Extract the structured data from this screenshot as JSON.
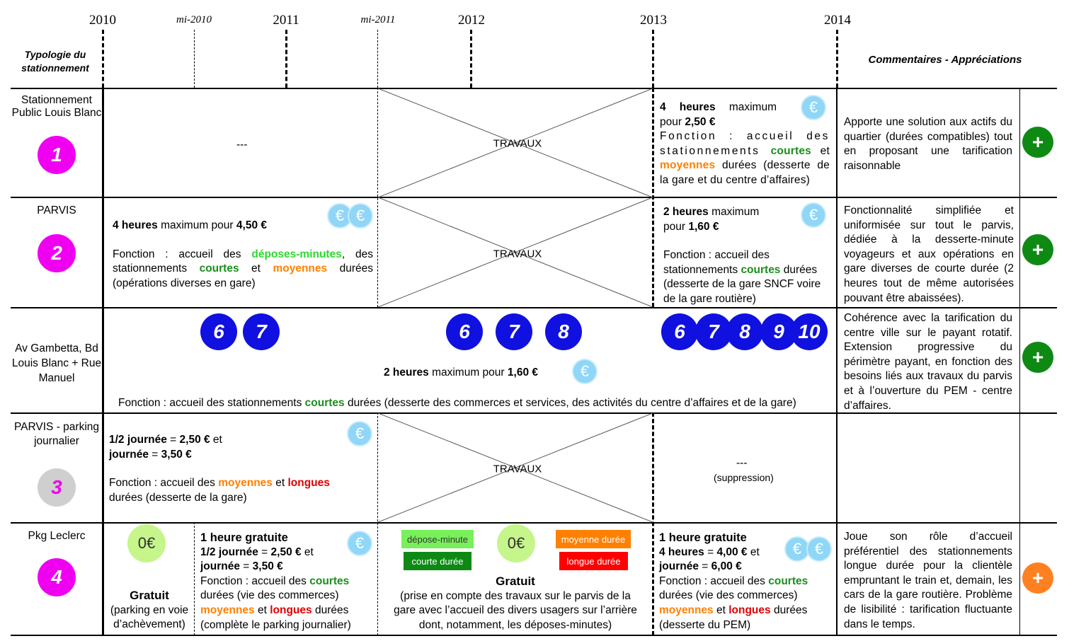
{
  "timeline": {
    "years": [
      "2010",
      "2011",
      "2012",
      "2013",
      "2014"
    ],
    "half_years": [
      "mi-2010",
      "mi-2011"
    ]
  },
  "headers": {
    "left": "Typologie du stationnement",
    "right": "Commentaires - Appréciations"
  },
  "rows": [
    {
      "label": "Stationnement Public Louis Blanc",
      "badge": "1",
      "before": "---",
      "travaux": "TRAVAUX",
      "after_bold_1": "4 heures",
      "after_text_1": " maximum pour ",
      "after_bold_2": "2,50 €",
      "after_func_1": "Fonction : accueil des stationnements ",
      "after_courtes": "courtes",
      "after_func_2": " et ",
      "after_moyennes": "moyennes",
      "after_func_3": " durées (desserte de la gare et du centre d’affaires)",
      "comment": "Apporte une solution aux actifs du quartier (durées compatibles) tout en proposant une tarification raisonnable",
      "rating": "+",
      "rating_color": "#0e8a14"
    },
    {
      "label": "PARVIS",
      "badge": "2",
      "before_bold_1": "4 heures",
      "before_text_1": " maximum pour ",
      "before_bold_2": "4,50 €",
      "before_func_1": "Fonction : accueil des ",
      "before_deposes": "déposes-minutes",
      "before_func_2": ", des stationnements ",
      "before_courtes": "courtes",
      "before_func_3": " et ",
      "before_moyennes": "moyennes",
      "before_func_4": " durées (opérations diverses en gare)",
      "travaux": "TRAVAUX",
      "after_bold_1": "2 heures",
      "after_text_1": " maximum pour ",
      "after_bold_2": "1,60 €",
      "after_func_1": "Fonction : accueil des stationnements ",
      "after_courtes": "courtes",
      "after_func_2": " durées (desserte de la gare SNCF voire de la gare routière)",
      "comment": "Fonctionnalité simplifiée et uniformisée sur tout le parvis, dédiée à la desserte-minute voyageurs et aux opérations en gare diverses de courte durée (2 heures tout de même autorisées pouvant être abaissées).",
      "rating": "+",
      "rating_color": "#0e8a14"
    },
    {
      "label": "Av Gambetta, Bd Louis Blanc + Rue Manuel",
      "phase1": [
        "6",
        "7"
      ],
      "phase2": [
        "6",
        "7",
        "8"
      ],
      "phase3": [
        "6",
        "7",
        "8",
        "9",
        "10"
      ],
      "bold_1": "2 heures",
      "text_1": " maximum pour ",
      "bold_2": "1,60 €",
      "func_1": "Fonction : accueil des stationnements ",
      "courtes": "courtes",
      "func_2": " durées (desserte des commerces et services, des activités du centre d’affaires et de la gare)",
      "comment": "Cohérence avec la tarification du centre ville sur le payant rotatif. Extension progressive du périmètre payant, en fonction des besoins liés aux travaux du parvis et à l’ouverture du PEM - centre d’affaires.",
      "rating": "+",
      "rating_color": "#0e8a14"
    },
    {
      "label": "PARVIS - parking journalier",
      "badge": "3",
      "before_bold_1": "1/2 journée",
      "before_text_1": " = ",
      "before_bold_2": "2,50 €",
      "before_text_2": " et ",
      "before_bold_3": "journée",
      "before_text_3": " = ",
      "before_bold_4": "3,50 €",
      "before_func_1": "Fonction : accueil des ",
      "before_moyennes": "moyennes",
      "before_func_2": " et ",
      "before_longues": "longues",
      "before_func_3": " durées (desserte de la gare)",
      "travaux": "TRAVAUX",
      "after": "---",
      "after_note": "(suppression)",
      "comment": ""
    },
    {
      "label": "Pkg Leclerc",
      "badge": "4",
      "zero": "0€",
      "p1_title": "Gratuit",
      "p1_note": "(parking en voie d’achèvement)",
      "p2_bold_1": "1 heure gratuite",
      "p2_bold_2": "1/2 journée",
      "p2_text_1": " = ",
      "p2_bold_3": "2,50 €",
      "p2_text_2": " et ",
      "p2_bold_4": "journée",
      "p2_text_3": " = ",
      "p2_bold_5": "3,50 €",
      "p2_func_1": "Fonction : accueil des ",
      "p2_courtes": "courtes",
      "p2_func_2": " durées (vie des commerces) ",
      "p2_moyennes": "moyennes",
      "p2_func_3": " et ",
      "p2_longues": "longues",
      "p2_func_4": " durées (complète le parking journalier)",
      "tags": {
        "depose": "dépose-minute",
        "courte": "courte durée",
        "moyenne": "moyenne durée",
        "longue": "longue durée"
      },
      "p3_title": "Gratuit",
      "p3_note": "(prise en compte des travaux sur le parvis de la gare avec l’accueil des divers usagers sur l’arrière dont, notamment, les déposes-minutes)",
      "p4_bold_1": "1 heure gratuite",
      "p4_bold_2": "4 heures",
      "p4_text_1": " = ",
      "p4_bold_3": "4,00 €",
      "p4_text_2": " et ",
      "p4_bold_4": "journée",
      "p4_text_3": " = ",
      "p4_bold_5": "6,00 €",
      "p4_func_1": "Fonction : accueil des ",
      "p4_courtes": "courtes",
      "p4_func_2": " durées (vie des commerces) ",
      "p4_moyennes": "moyennes",
      "p4_func_3": " et ",
      "p4_longues": "longues",
      "p4_func_4": " durées (desserte du PEM)",
      "comment": "Joue son rôle d’accueil préférentiel des stationnements longue durée pour la clientèle empruntant le train et, demain, les cars de la gare routière. Problème de lisibilité : tarification fluctuante dans le temps.",
      "rating": "+",
      "rating_color": "#ff8020"
    }
  ],
  "symbols": {
    "euro": "€"
  },
  "colors": {
    "badge_magenta": "#f000f0",
    "badge_grey": "#cfcfcf",
    "zone_blue": "#1010e0",
    "courtes": "#1c8e1c",
    "deposes": "#2fd82f",
    "moyennes": "#ff8000",
    "longues": "#e00000",
    "euro_coin": "#8fd6f7",
    "zero_coin": "#c6f58c"
  }
}
